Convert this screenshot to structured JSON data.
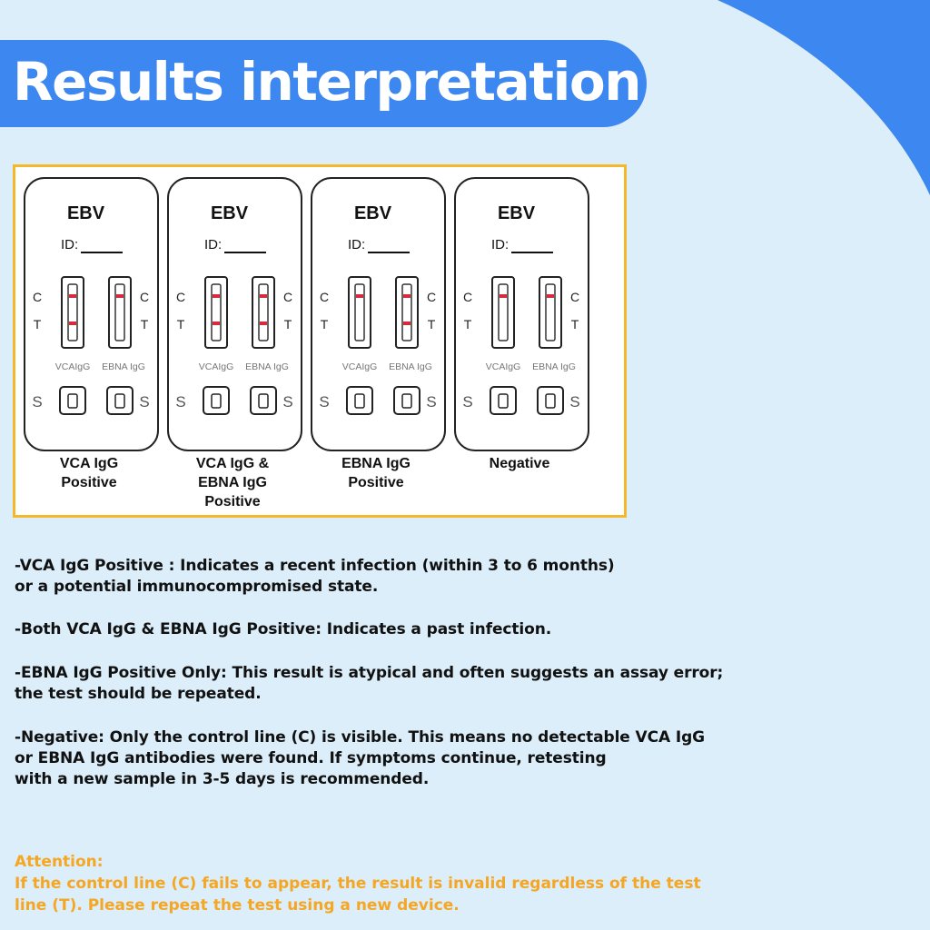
{
  "title": "Results interpretation",
  "colors": {
    "background": "#dbeefa",
    "accent_blue": "#3d87f0",
    "frame_border": "#f5b82b",
    "attention_text": "#f5a623",
    "band_red": "#d62b3c"
  },
  "cassettes": [
    {
      "name": "EBV",
      "id_label": "ID:",
      "c_label": "C",
      "t_label": "T",
      "s_label": "S",
      "left_window_label": "VCAIgG",
      "right_window_label": "EBNA IgG",
      "left_window_lines": [
        "C",
        "T"
      ],
      "right_window_lines": [
        "C"
      ],
      "caption": "VCA IgG\nPositive"
    },
    {
      "name": "EBV",
      "id_label": "ID:",
      "c_label": "C",
      "t_label": "T",
      "s_label": "S",
      "left_window_label": "VCAIgG",
      "right_window_label": "EBNA IgG",
      "left_window_lines": [
        "C",
        "T"
      ],
      "right_window_lines": [
        "C",
        "T"
      ],
      "caption": "VCA IgG &\nEBNA IgG\nPositive"
    },
    {
      "name": "EBV",
      "id_label": "ID:",
      "c_label": "C",
      "t_label": "T",
      "s_label": "S",
      "left_window_label": "VCAIgG",
      "right_window_label": "EBNA IgG",
      "left_window_lines": [
        "C"
      ],
      "right_window_lines": [
        "C",
        "T"
      ],
      "caption": "EBNA IgG\nPositive"
    },
    {
      "name": "EBV",
      "id_label": "ID:",
      "c_label": "C",
      "t_label": "T",
      "s_label": "S",
      "left_window_label": "VCAIgG",
      "right_window_label": "EBNA IgG",
      "left_window_lines": [
        "C"
      ],
      "right_window_lines": [
        "C"
      ],
      "caption": "Negative"
    }
  ],
  "paragraphs": [
    "-VCA IgG Positive : Indicates a recent infection (within 3 to 6 months)\nor a potential immunocompromised state.",
    "-Both VCA IgG & EBNA IgG Positive: Indicates a past infection.",
    "-EBNA IgG Positive Only: This result is atypical and often suggests an assay error;\nthe test should be repeated.",
    "-Negative: Only the control line (C) is visible. This means no detectable VCA IgG\nor EBNA IgG antibodies were found. If symptoms continue, retesting\nwith a new sample in 3-5 days is recommended."
  ],
  "attention": {
    "title": "Attention:",
    "body": "If the control line (C) fails to appear, the result is invalid regardless of the test\nline (T). Please repeat the test using a new device."
  }
}
